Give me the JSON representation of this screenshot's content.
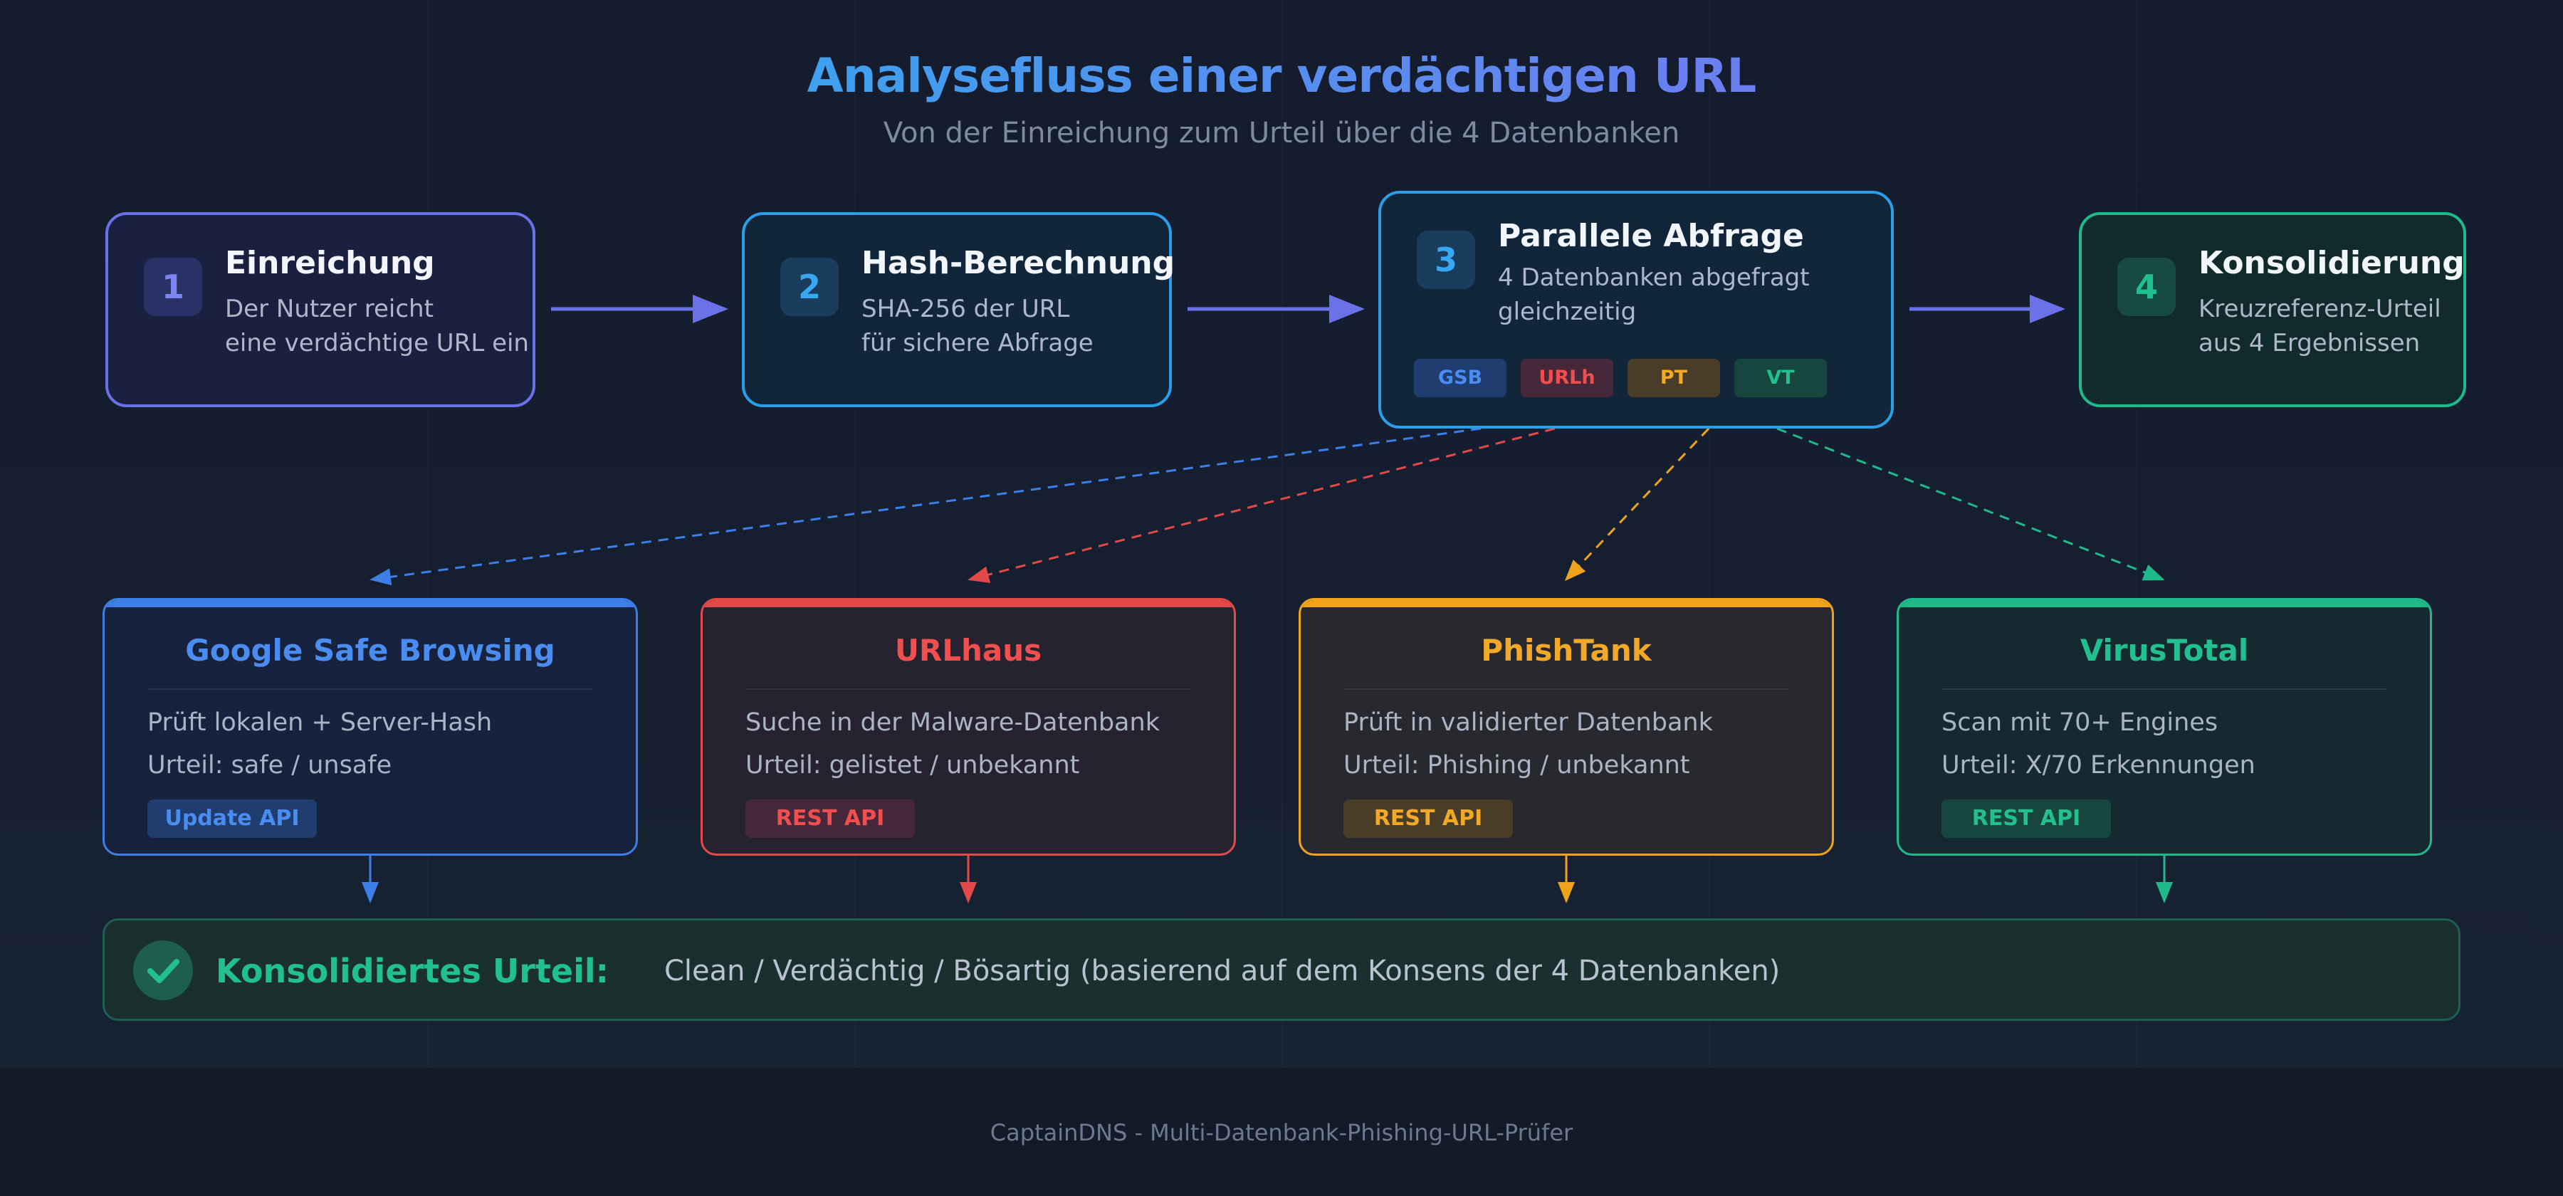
{
  "header": {
    "title": "Analysefluss einer verdächtigen URL",
    "subtitle": "Von der Einreichung zum Urteil über die 4 Datenbanken"
  },
  "steps": [
    {
      "number": "1",
      "title": "Einreichung",
      "description": [
        "Der Nutzer reicht",
        "eine verdächtige URL ein"
      ],
      "color": "#6b72e8"
    },
    {
      "number": "2",
      "title": "Hash-Berechnung",
      "description": [
        "SHA-256 der URL",
        "für sichere Abfrage"
      ],
      "color": "#2b9ee8"
    },
    {
      "number": "3",
      "title": "Parallele Abfrage",
      "description": [
        "4 Datenbanken abgefragt",
        "gleichzeitig"
      ],
      "color": "#2b9ee8",
      "tags": [
        "GSB",
        "URLh",
        "PT",
        "VT"
      ]
    },
    {
      "number": "4",
      "title": "Konsolidierung",
      "description": [
        "Kreuzreferenz-Urteil",
        "aus 4 Ergebnissen"
      ],
      "color": "#1fb98a"
    }
  ],
  "databases": [
    {
      "name": "Google Safe Browsing",
      "lines": [
        "Prüft lokalen + Server-Hash",
        "Urteil: safe / unsafe"
      ],
      "api": "Update API",
      "color": "#3d7fe6"
    },
    {
      "name": "URLhaus",
      "lines": [
        "Suche in der Malware-Datenbank",
        "Urteil: gelistet / unbekannt"
      ],
      "api": "REST API",
      "color": "#e24949"
    },
    {
      "name": "PhishTank",
      "lines": [
        "Prüft in validierter Datenbank",
        "Urteil: Phishing / unbekannt"
      ],
      "api": "REST API",
      "color": "#f0a21a"
    },
    {
      "name": "VirusTotal",
      "lines": [
        "Scan mit 70+ Engines",
        "Urteil: X/70 Erkennungen"
      ],
      "api": "REST API",
      "color": "#1fb98a"
    }
  ],
  "verdict": {
    "label": "Konsolidiertes Urteil:",
    "text": "Clean / Verdächtig / Bösartig (basierend auf dem Konsens der 4 Datenbanken)",
    "icon": "check-icon"
  },
  "footer": {
    "text": "CaptainDNS - Multi-Datenbank-Phishing-URL-Prüfer"
  }
}
